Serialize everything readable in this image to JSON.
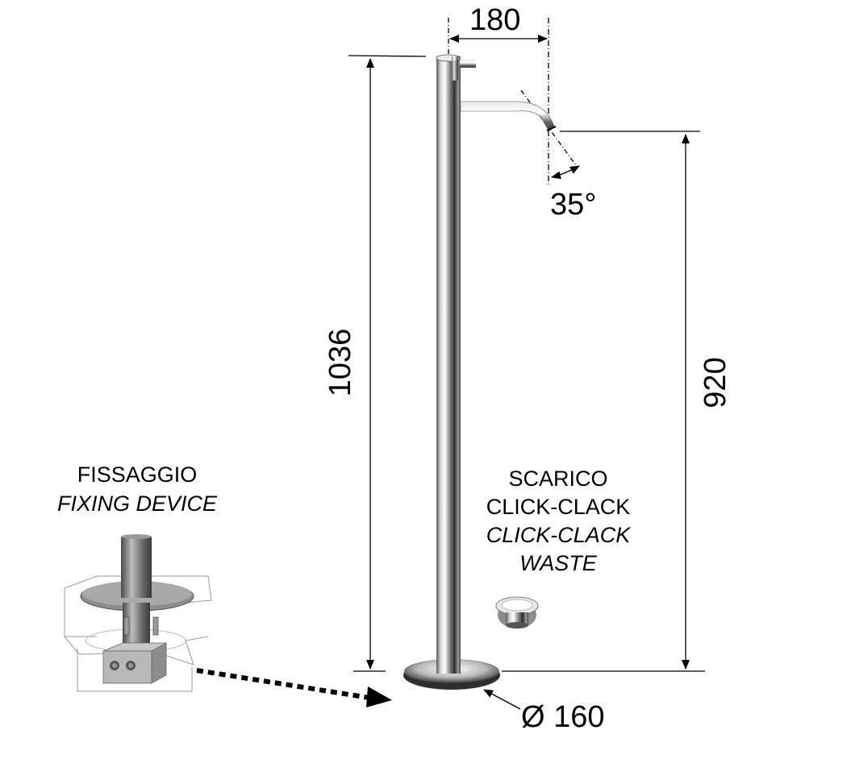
{
  "dimensions": {
    "spout_reach": "180",
    "total_height": "1036",
    "spout_height": "920",
    "swivel_angle": "35°",
    "base_diameter": "Ø 160"
  },
  "fixing": {
    "label_it": "FISSAGGIO",
    "label_en": "FIXING DEVICE"
  },
  "waste": {
    "line1": "SCARICO",
    "line2": "CLICK-CLACK",
    "line3": "CLICK-CLACK",
    "line4": "WASTE"
  },
  "colors": {
    "line": "#000000",
    "chrome_dark": "#4a4a4a",
    "chrome_light": "#f2f2f2"
  }
}
